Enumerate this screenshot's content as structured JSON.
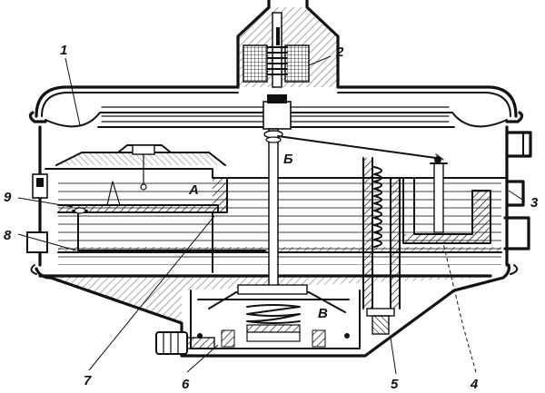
{
  "figure": {
    "part_labels": [
      {
        "id": "p1",
        "text": "1"
      },
      {
        "id": "p2",
        "text": "2"
      },
      {
        "id": "p3",
        "text": "3"
      },
      {
        "id": "p4",
        "text": "4"
      },
      {
        "id": "p5",
        "text": "5"
      },
      {
        "id": "p6",
        "text": "6"
      },
      {
        "id": "p7",
        "text": "7"
      },
      {
        "id": "p8",
        "text": "8"
      },
      {
        "id": "p9",
        "text": "9"
      }
    ],
    "chamber_labels": [
      {
        "id": "cA",
        "text": "А"
      },
      {
        "id": "cB",
        "text": "Б"
      },
      {
        "id": "cV",
        "text": "В"
      }
    ]
  }
}
